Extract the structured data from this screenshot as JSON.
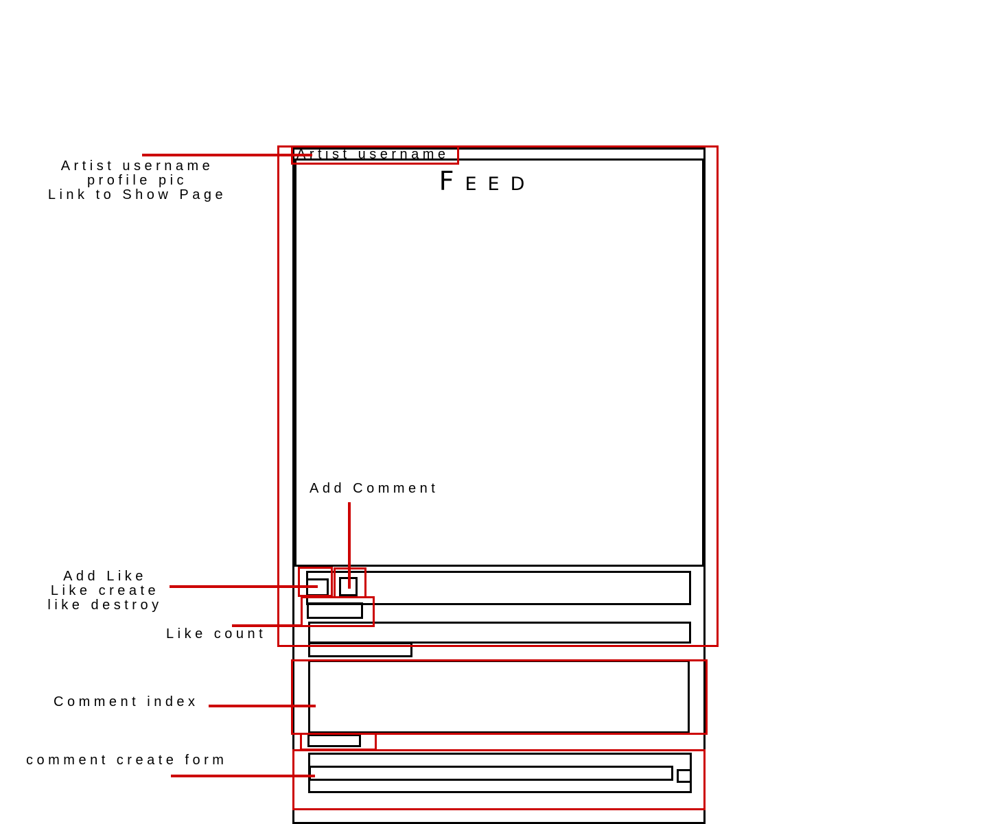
{
  "feed": {
    "title": "Feed"
  },
  "labels": {
    "artist_username_top": "Artist username",
    "artist_info": [
      "Artist username",
      "profile pic",
      "Link to Show Page"
    ],
    "add_comment": "Add Comment",
    "add_like": [
      "Add Like",
      "Like create",
      "like destroy"
    ],
    "like_count": "Like count",
    "comment_index": "Comment index",
    "comment_create_form": "comment create form"
  },
  "colors": {
    "annotation": "#cc0000",
    "wireframe": "#000000"
  }
}
